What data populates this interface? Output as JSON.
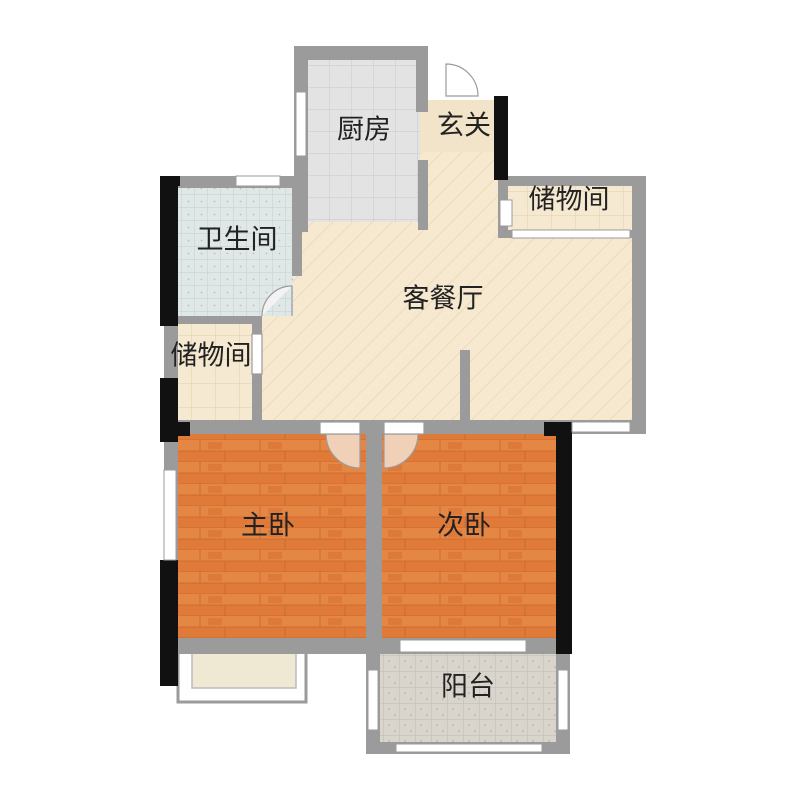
{
  "rooms": {
    "kitchen": "厨房",
    "entrance": "玄关",
    "storage_right": "储物间",
    "bathroom": "卫生间",
    "living_dining": "客餐厅",
    "storage_left": "储物间",
    "master_bedroom": "主卧",
    "second_bedroom": "次卧",
    "balcony": "阳台"
  },
  "colors": {
    "wall_gray": "#9b9b9b",
    "wall_black": "#111111",
    "wood_floor": "#e07a38",
    "living_floor": "#f5e8cf",
    "tile_floor": "#e0e0e0",
    "bath_floor": "#dfe6e6",
    "balcony_floor": "#d9d5cd"
  }
}
